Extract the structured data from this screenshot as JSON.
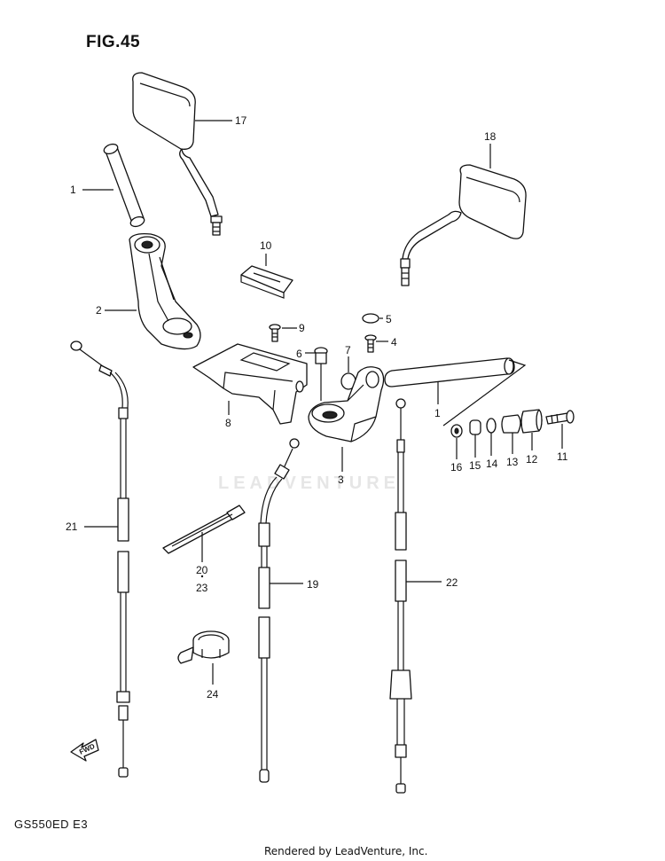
{
  "figure": {
    "title": "FIG.45",
    "model": "GS550ED E3",
    "footer": "Rendered by LeadVenture, Inc.",
    "watermark": "LEADVENTURE",
    "fwd_label": "FWD"
  },
  "callouts": [
    {
      "id": "c17",
      "label": "17"
    },
    {
      "id": "c18",
      "label": "18"
    },
    {
      "id": "c1a",
      "label": "1"
    },
    {
      "id": "c1b",
      "label": "1"
    },
    {
      "id": "c10",
      "label": "10"
    },
    {
      "id": "c2",
      "label": "2"
    },
    {
      "id": "c9",
      "label": "9"
    },
    {
      "id": "c5",
      "label": "5"
    },
    {
      "id": "c4",
      "label": "4"
    },
    {
      "id": "c6",
      "label": "6"
    },
    {
      "id": "c7",
      "label": "7"
    },
    {
      "id": "c8",
      "label": "8"
    },
    {
      "id": "c3",
      "label": "3"
    },
    {
      "id": "c16",
      "label": "16"
    },
    {
      "id": "c15",
      "label": "15"
    },
    {
      "id": "c14",
      "label": "14"
    },
    {
      "id": "c13",
      "label": "13"
    },
    {
      "id": "c12",
      "label": "12"
    },
    {
      "id": "c11",
      "label": "11"
    },
    {
      "id": "c21",
      "label": "21"
    },
    {
      "id": "c20",
      "label": "20"
    },
    {
      "id": "c23",
      "label": "23"
    },
    {
      "id": "c19",
      "label": "19"
    },
    {
      "id": "c22",
      "label": "22"
    },
    {
      "id": "c24",
      "label": "24"
    }
  ]
}
